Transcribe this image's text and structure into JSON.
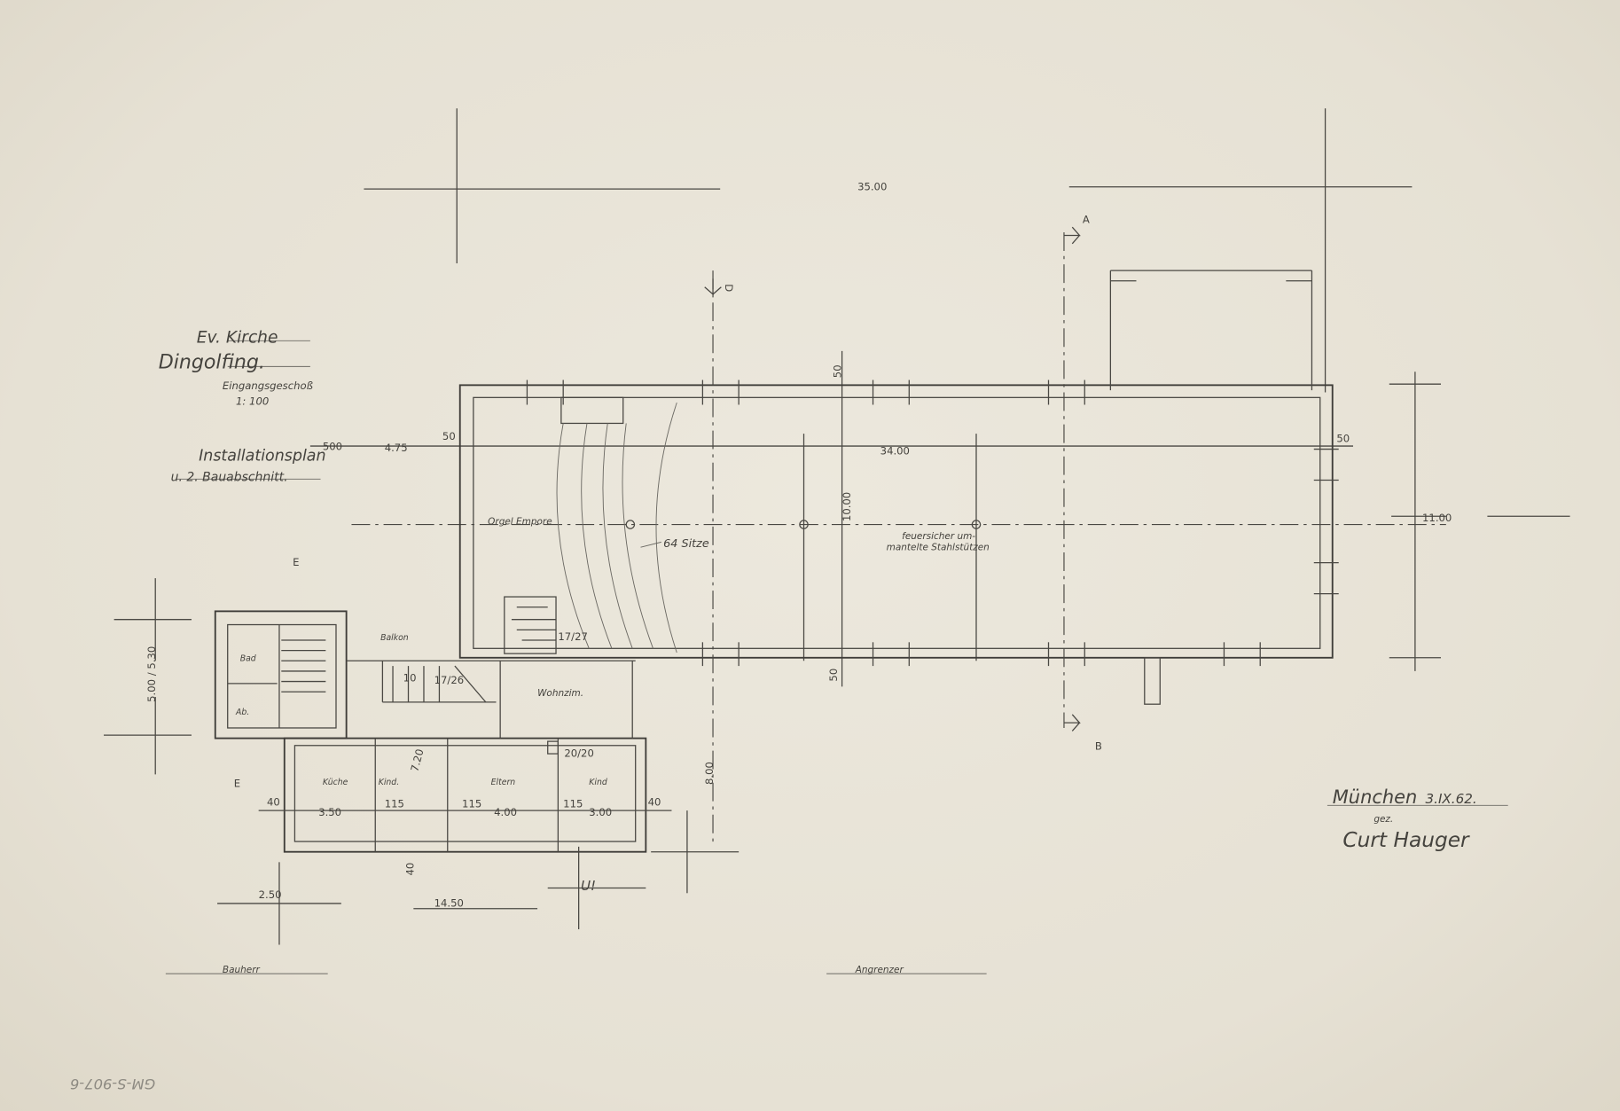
{
  "title_block": {
    "line1": "Ev. Kirche",
    "line2": "Dingolfing.",
    "line3": "Eingangsgeschoß",
    "scale": "1: 100",
    "line4": "Installationsplan",
    "line5": "u. 2. Bauabschnitt."
  },
  "dimensions": {
    "overall_length": "35.00",
    "hall_length": "34.00",
    "hall_width": "10.00",
    "overall_width": "11.00",
    "wall_left": "50",
    "wall_right": "50",
    "wall_top": "50",
    "wall_bottom": "50",
    "left_500": "500",
    "left_475": "4.75",
    "stair_width": "5.00 / 5.30",
    "house_total": "14.50",
    "house_left": "2.50",
    "house_depth": "8.00",
    "room_kueche": "3.50",
    "room_eltern": "4.00",
    "room_kind": "3.00",
    "wall_40_left": "40",
    "wall_40_right": "40",
    "wall_40_bottom": "40",
    "partition_1": "115",
    "partition_2": "115",
    "partition_3": "115",
    "kind_depth": "7.20",
    "chimney": "20/20",
    "stair_1": "17/27",
    "stair_2": "17/26",
    "stair_3": "10"
  },
  "labels": {
    "orgel": "Orgel Empore",
    "seats": "64 Sitze",
    "columns_1": "feuersicher um-",
    "columns_2": "mantelte Stahlstützen",
    "balkon": "Balkon",
    "bad": "Bad",
    "abort": "Ab.",
    "wohnzimmer": "Wohnzim.",
    "kueche": "Küche",
    "kind1": "Kind.",
    "eltern": "Eltern",
    "kind2": "Kind",
    "u_mark": "U!",
    "section_a": "A",
    "section_b": "B",
    "section_d": "D",
    "section_e_top": "E",
    "section_e_bottom": "E"
  },
  "signature": {
    "place": "München",
    "date": "3.IX.62.",
    "prefix": "gez.",
    "name": "Curt Hauger"
  },
  "footer": {
    "bauherr": "Bauherr",
    "angrenzer": "Angrenzer",
    "archive_no": "GM-S-907-6"
  }
}
